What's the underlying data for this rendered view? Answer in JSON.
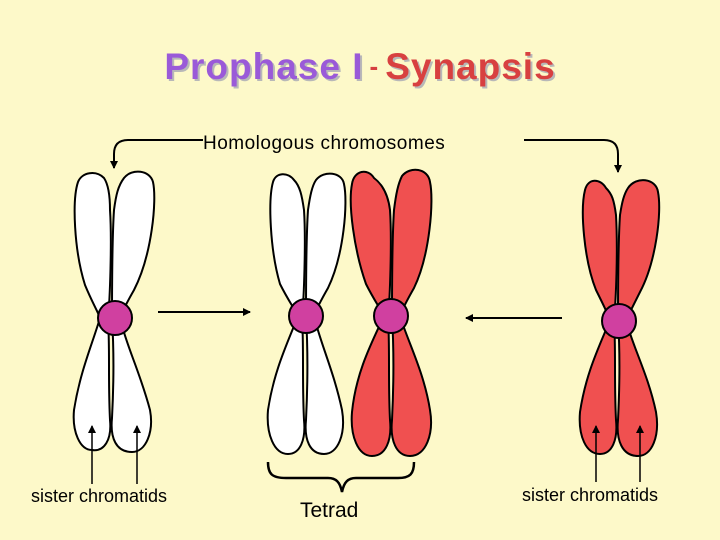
{
  "title": {
    "part1": "Prophase I",
    "separator": "-",
    "part2": "Synapsis"
  },
  "labels": {
    "homologous": "Homologous chromosomes",
    "sister_left": "sister chromatids",
    "sister_right": "sister chromatids",
    "tetrad": "Tetrad"
  },
  "colors": {
    "background": "#fdf9c9",
    "white_chromatid": "#ffffff",
    "red_chromatid": "#f05050",
    "centromere": "#d040a0",
    "title_purple": "#9a5ad8",
    "title_red": "#d84040"
  }
}
